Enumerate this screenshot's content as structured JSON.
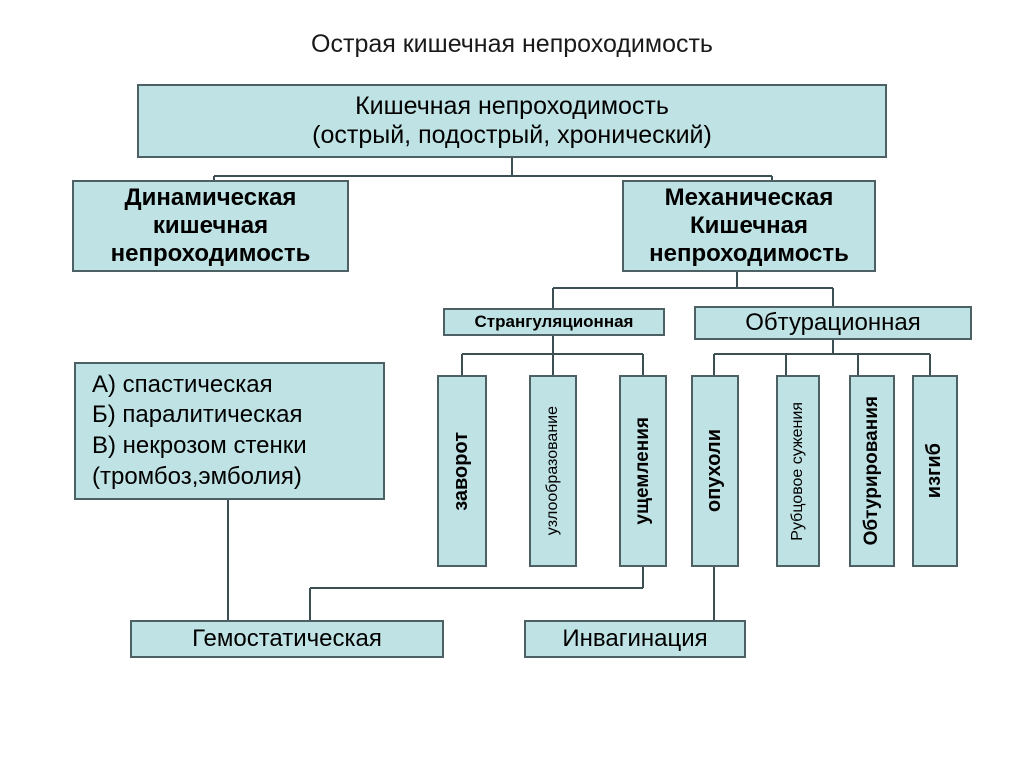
{
  "title": "Острая кишечная непроходимость",
  "nodes": {
    "root": "Кишечная непроходимость\n(острый, подострый, хронический)",
    "dynamic": "Динамическая\nкишечная\nнепроходимость",
    "mechanical": "Механическая\nКишечная\nнепроходимость",
    "strangulation": "Странгуляционная",
    "obturation": "Обтурационная",
    "dynamic_types": "А) спастическая\nБ) паралитическая\nВ) некрозом стенки\n  (тромбоз,эмболия)",
    "strangulation_children": [
      "заворот",
      "узлообразование",
      "ущемления"
    ],
    "obturation_children": [
      "опухоли",
      "Рубцовое сужения",
      "Обтурирования",
      "изгиб"
    ],
    "hemostatic": "Гемостатическая",
    "invagination": "Инвагинация"
  },
  "colors": {
    "node_fill": "#bfe2e4",
    "node_border": "#4d6063",
    "connector": "#3c4f52",
    "text": "#000000",
    "background": "#ffffff"
  }
}
